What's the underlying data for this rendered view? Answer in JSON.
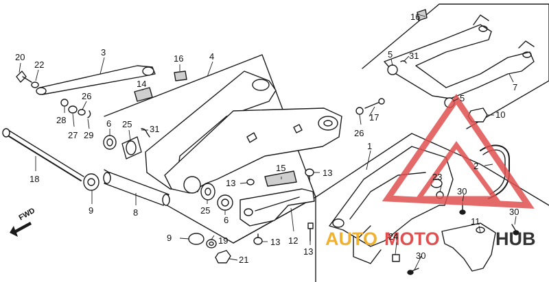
{
  "diagram": {
    "fwd_label": "FWD",
    "callouts": [
      {
        "id": "c1",
        "text": "1"
      },
      {
        "id": "c2",
        "text": "2"
      },
      {
        "id": "c3",
        "text": "3"
      },
      {
        "id": "c4",
        "text": "4"
      },
      {
        "id": "c5a",
        "text": "5"
      },
      {
        "id": "c5b",
        "text": "5"
      },
      {
        "id": "c6a",
        "text": "6"
      },
      {
        "id": "c6b",
        "text": "6"
      },
      {
        "id": "c7",
        "text": "7"
      },
      {
        "id": "c8",
        "text": "8"
      },
      {
        "id": "c9a",
        "text": "9"
      },
      {
        "id": "c9b",
        "text": "9"
      },
      {
        "id": "c10",
        "text": "10"
      },
      {
        "id": "c11",
        "text": "11"
      },
      {
        "id": "c12",
        "text": "12"
      },
      {
        "id": "c13a",
        "text": "13"
      },
      {
        "id": "c13b",
        "text": "13"
      },
      {
        "id": "c13c",
        "text": "13"
      },
      {
        "id": "c13d",
        "text": "13"
      },
      {
        "id": "c14",
        "text": "14"
      },
      {
        "id": "c15",
        "text": "15"
      },
      {
        "id": "c16a",
        "text": "16"
      },
      {
        "id": "c16b",
        "text": "16"
      },
      {
        "id": "c17",
        "text": "17"
      },
      {
        "id": "c18",
        "text": "18"
      },
      {
        "id": "c19",
        "text": "19"
      },
      {
        "id": "c20",
        "text": "20"
      },
      {
        "id": "c21",
        "text": "21"
      },
      {
        "id": "c22",
        "text": "22"
      },
      {
        "id": "c23",
        "text": "23"
      },
      {
        "id": "c24",
        "text": "24"
      },
      {
        "id": "c25a",
        "text": "25"
      },
      {
        "id": "c25b",
        "text": "25"
      },
      {
        "id": "c26a",
        "text": "26"
      },
      {
        "id": "c26b",
        "text": "26"
      },
      {
        "id": "c27",
        "text": "27"
      },
      {
        "id": "c28",
        "text": "28"
      },
      {
        "id": "c29",
        "text": "29"
      },
      {
        "id": "c30a",
        "text": "30"
      },
      {
        "id": "c30b",
        "text": "30"
      },
      {
        "id": "c30c",
        "text": "30"
      },
      {
        "id": "c31a",
        "text": "31"
      },
      {
        "id": "c31b",
        "text": "31"
      }
    ]
  },
  "watermark": {
    "part1": "AUTO",
    "part2": "MOTO",
    "part3": "HUB",
    "color_red": "#e05050",
    "color_orange": "#f0b030",
    "color_dark": "#333333"
  }
}
